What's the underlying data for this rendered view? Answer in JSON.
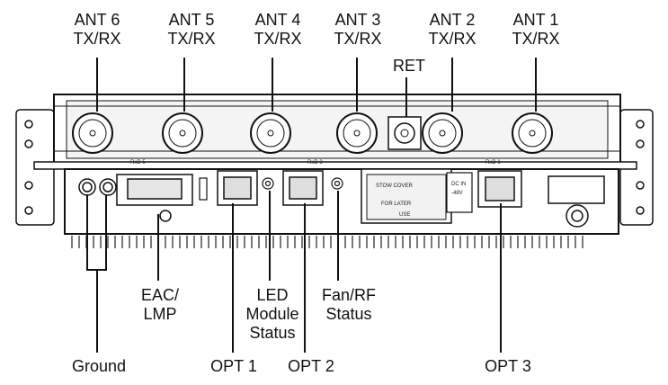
{
  "antennas": [
    {
      "name": "ANT 6",
      "sub": "TX/RX"
    },
    {
      "name": "ANT 5",
      "sub": "TX/RX"
    },
    {
      "name": "ANT 4",
      "sub": "TX/RX"
    },
    {
      "name": "ANT 3",
      "sub": "TX/RX"
    },
    {
      "name": "ANT 2",
      "sub": "TX/RX"
    },
    {
      "name": "ANT 1",
      "sub": "TX/RX"
    }
  ],
  "labels": {
    "ret": "RET",
    "eac_line1": "EAC/",
    "eac_line2": "LMP",
    "led_line1": "LED",
    "led_line2": "Module",
    "led_line3": "Status",
    "fan_line1": "Fan/RF",
    "fan_line2": "Status",
    "ground": "Ground",
    "opt1": "OPT 1",
    "opt2": "OPT 2",
    "opt3": "OPT 3"
  },
  "device_markings": {
    "rxd5": "RxD 5",
    "rxd3": "RxD 3",
    "rxd1": "RxD 1",
    "stow_line1": "STOW  COVER",
    "stow_line2": "FOR  LATER",
    "stow_line3": "USE",
    "dc_line1": "DC IN",
    "dc_line2": "-48V"
  },
  "colors": {
    "line": "#111111",
    "body": "#ffffff",
    "shade": "#d9d9d9",
    "grille": "#222222"
  }
}
